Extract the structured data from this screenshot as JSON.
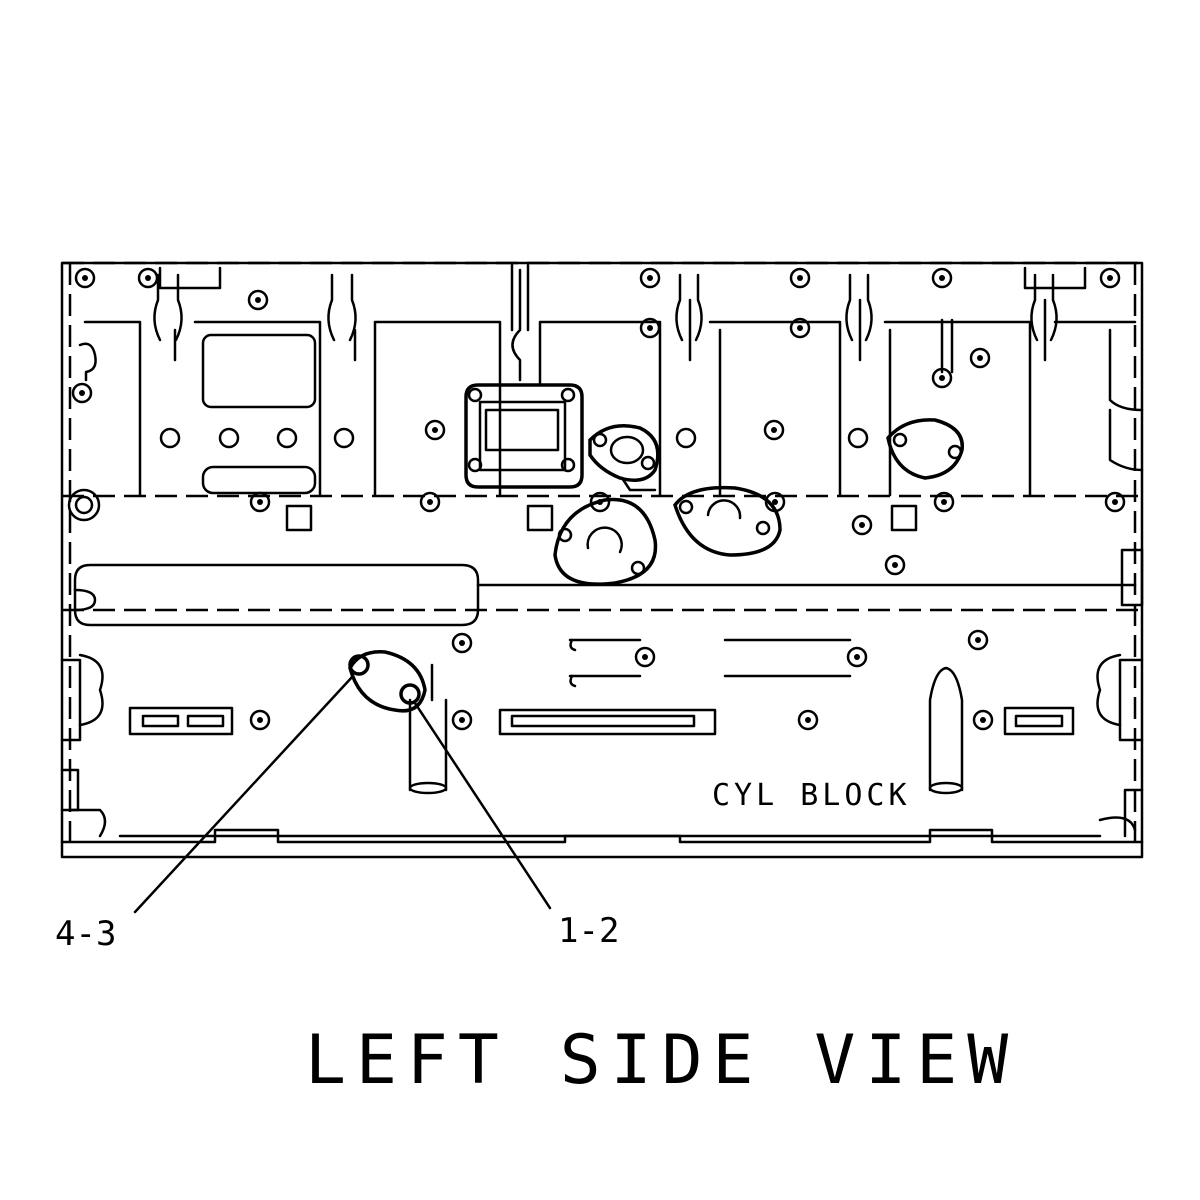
{
  "diagram": {
    "view_title": "LEFT SIDE VIEW",
    "block_label": "CYL BLOCK",
    "callouts": [
      {
        "id": "callout-4-3",
        "label": "4-3"
      },
      {
        "id": "callout-1-2",
        "label": "1-2"
      }
    ],
    "colors": {
      "ink": "#000000",
      "paper": "#ffffff"
    }
  }
}
